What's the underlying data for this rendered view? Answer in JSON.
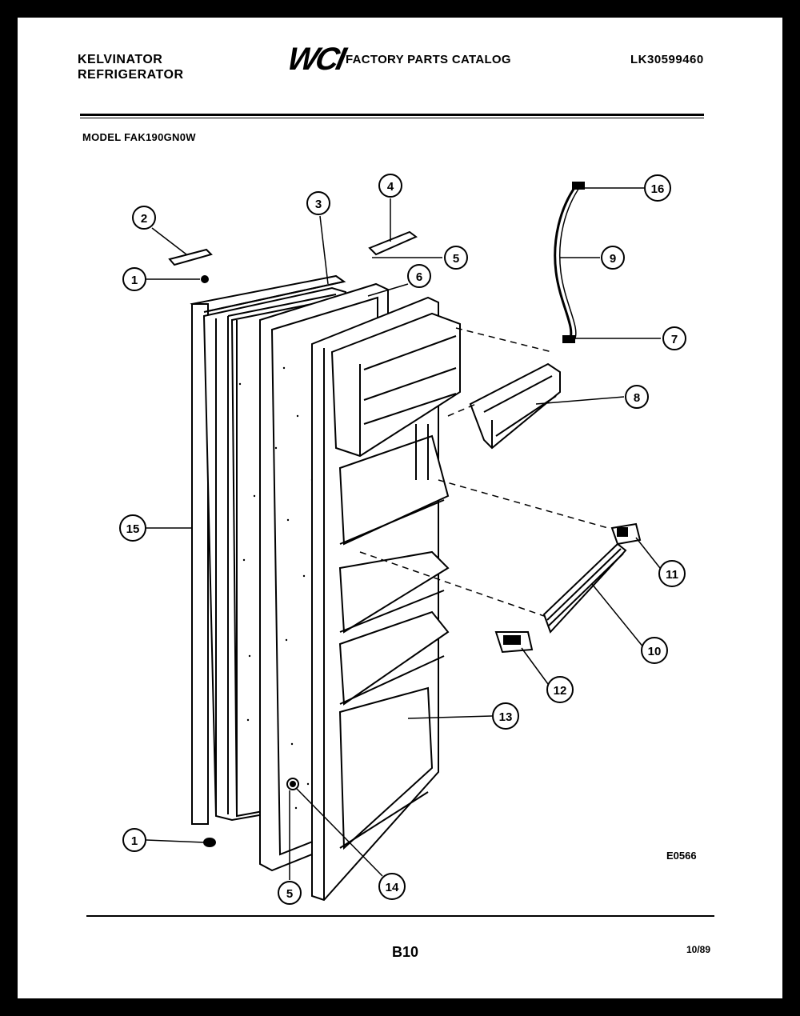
{
  "header": {
    "brand_line1": "KELVINATOR",
    "brand_line2": "REFRIGERATOR",
    "logo": "WCI",
    "catalog_title": "FACTORY PARTS CATALOG",
    "catalog_number": "LK30599460",
    "model": "MODEL FAK190GN0W"
  },
  "footer": {
    "figure_code": "E0566",
    "page_number": "B10",
    "date": "10/89"
  },
  "callouts": [
    {
      "id": "callout-1-top",
      "label": "1"
    },
    {
      "id": "callout-2",
      "label": "2"
    },
    {
      "id": "callout-3",
      "label": "3"
    },
    {
      "id": "callout-4",
      "label": "4"
    },
    {
      "id": "callout-5-top",
      "label": "5"
    },
    {
      "id": "callout-6",
      "label": "6"
    },
    {
      "id": "callout-16",
      "label": "16"
    },
    {
      "id": "callout-9",
      "label": "9"
    },
    {
      "id": "callout-7",
      "label": "7"
    },
    {
      "id": "callout-8",
      "label": "8"
    },
    {
      "id": "callout-15",
      "label": "15"
    },
    {
      "id": "callout-11",
      "label": "11"
    },
    {
      "id": "callout-10",
      "label": "10"
    },
    {
      "id": "callout-12",
      "label": "12"
    },
    {
      "id": "callout-13",
      "label": "13"
    },
    {
      "id": "callout-1-bottom",
      "label": "1"
    },
    {
      "id": "callout-5-bottom",
      "label": "5"
    },
    {
      "id": "callout-14",
      "label": "14"
    }
  ]
}
